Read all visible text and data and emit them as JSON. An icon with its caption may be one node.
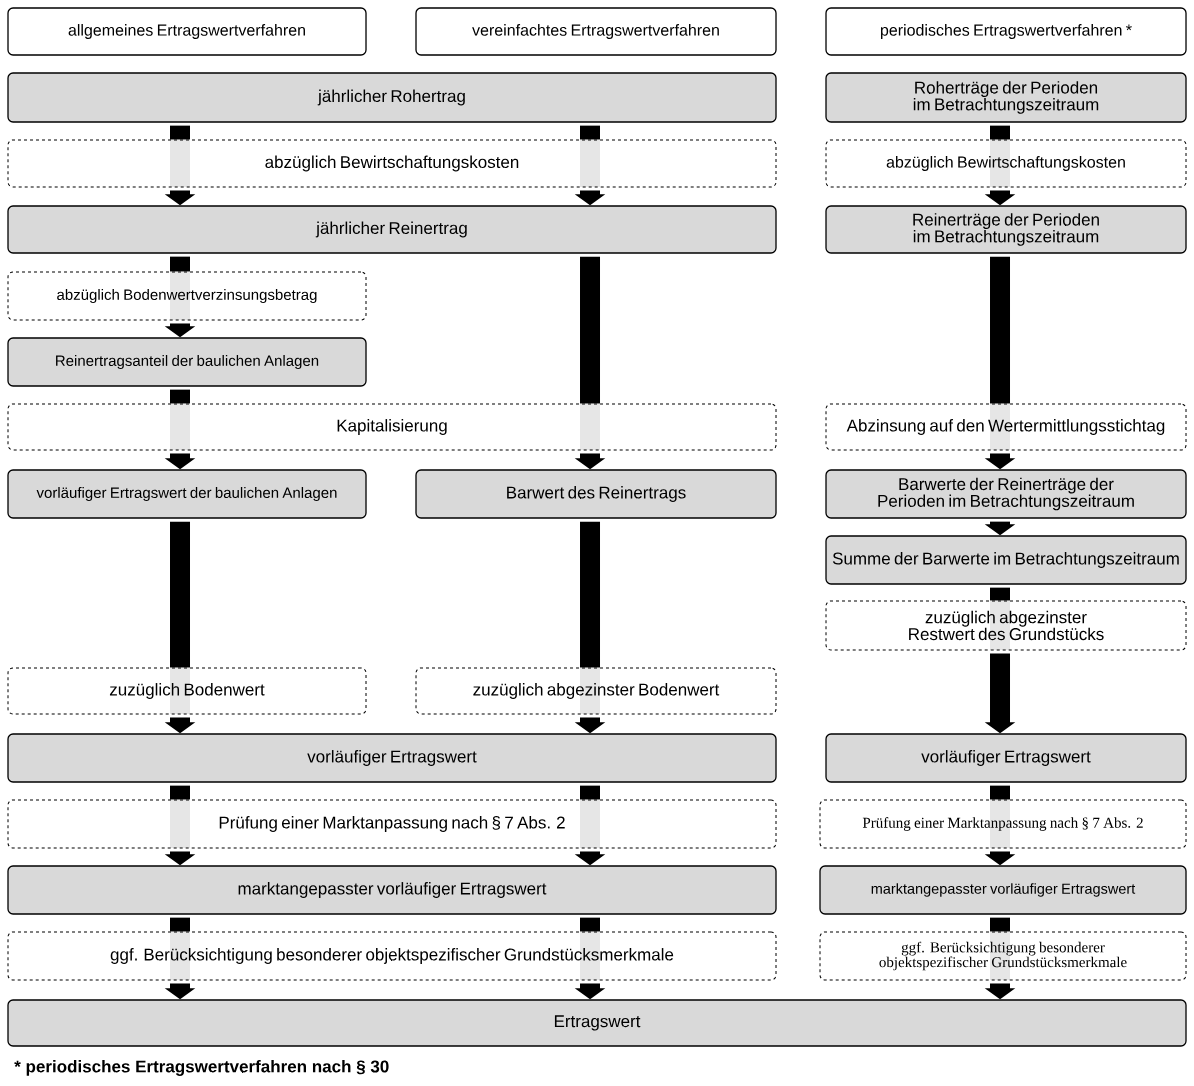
{
  "diagram": {
    "caption": "* periodisches Ertragswertverfahren nach § 30",
    "nodes": [
      {
        "text": [
          "allgemeines Ertragswertverfahren"
        ]
      },
      {
        "text": [
          "vereinfachtes Ertragswertverfahren"
        ]
      },
      {
        "text": [
          "periodisches Ertragswertverfahren *"
        ]
      },
      {
        "text": [
          "jährlicher Rohertrag"
        ]
      },
      {
        "text": [
          "Roherträge der Perioden im Betrachtungszeitraum"
        ]
      },
      {
        "text": [
          "abzüglich Bewirtschaftungskosten"
        ]
      },
      {
        "text": [
          "abzüglich Bewirtschaftungskosten"
        ]
      },
      {
        "text": [
          "jährlicher Reinertrag"
        ]
      },
      {
        "text": [
          "Reinerträge der Perioden im Betrachtungszeitraum"
        ]
      },
      {
        "text": [
          "abzüglich Bodenwertverzinsungsbetrag"
        ]
      },
      {
        "text": [
          "Reinertragsanteil der baulichen Anlagen"
        ]
      },
      {
        "text": [
          "Kapitalisierung"
        ]
      },
      {
        "text": [
          "Abzinsung auf den Wertermittlungsstichtag"
        ]
      },
      {
        "text": [
          "vorläufiger Ertragswert der baulichen Anlagen"
        ]
      },
      {
        "text": [
          "Barwert des Reinertrags"
        ]
      },
      {
        "text": [
          "Barwerte der Reinerträge der Perioden im Betrachtungszeitraum"
        ]
      },
      {
        "text": [
          "Summe der Barwerte im Betrachtungszeitraum"
        ]
      },
      {
        "text": [
          "zuzüglich abgezinster Restwert des Grundstücks"
        ]
      },
      {
        "text": [
          "zuzüglich Bodenwert"
        ]
      },
      {
        "text": [
          "zuzüglich abgezinster Bodenwert"
        ]
      },
      {
        "text": [
          "vorläufiger Ertragswert"
        ]
      },
      {
        "text": [
          "vorläufiger Ertragswert"
        ]
      },
      {
        "text": [
          "Prüfung einer Marktanpassung nach § 7 Abs. 2"
        ]
      },
      {
        "text": [
          "Prüfung einer Marktanpassung nach § 7 Abs. 2"
        ]
      },
      {
        "text": [
          "marktangepasster vorläufiger Ertragswert"
        ]
      },
      {
        "text": [
          "marktangepasster vorläufiger Ertragswert"
        ]
      },
      {
        "text": [
          "ggf. Berücksichtigung besonderer objektspezifischer Grundstücksmerkmale"
        ]
      },
      {
        "text": [
          "ggf. Berücksichtigung besonderer objektspezifischer Grundstücksmerkmale"
        ]
      },
      {
        "text": [
          "Ertragswert"
        ]
      }
    ],
    "edges": [
      {
        "from": 3,
        "to": 5,
        "arrow": "none"
      },
      {
        "from": 5,
        "to": 7,
        "arrow": "to"
      },
      {
        "from": 7,
        "to": 9,
        "arrow": "none"
      },
      {
        "from": 9,
        "to": 10,
        "arrow": "to"
      },
      {
        "from": 10,
        "to": 11,
        "arrow": "none"
      },
      {
        "from": 11,
        "to": 13,
        "arrow": "to"
      },
      {
        "from": 13,
        "to": 18,
        "arrow": "none"
      },
      {
        "from": 18,
        "to": 20,
        "arrow": "to"
      },
      {
        "from": 20,
        "to": 22,
        "arrow": "none"
      },
      {
        "from": 22,
        "to": 24,
        "arrow": "to"
      },
      {
        "from": 24,
        "to": 26,
        "arrow": "none"
      },
      {
        "from": 26,
        "to": 28,
        "arrow": "to"
      },
      {
        "from": 3,
        "to": 5,
        "arrow": "none"
      },
      {
        "from": 5,
        "to": 7,
        "arrow": "to"
      },
      {
        "from": 7,
        "to": 11,
        "arrow": "none"
      },
      {
        "from": 11,
        "to": 14,
        "arrow": "to"
      },
      {
        "from": 14,
        "to": 19,
        "arrow": "none"
      },
      {
        "from": 19,
        "to": 20,
        "arrow": "to"
      },
      {
        "from": 20,
        "to": 22,
        "arrow": "none"
      },
      {
        "from": 22,
        "to": 24,
        "arrow": "to"
      },
      {
        "from": 24,
        "to": 26,
        "arrow": "none"
      },
      {
        "from": 26,
        "to": 28,
        "arrow": "to"
      },
      {
        "from": 4,
        "to": 6,
        "arrow": "none"
      },
      {
        "from": 6,
        "to": 8,
        "arrow": "to"
      },
      {
        "from": 8,
        "to": 12,
        "arrow": "none"
      },
      {
        "from": 12,
        "to": 15,
        "arrow": "to"
      },
      {
        "from": 15,
        "to": 16,
        "arrow": "to"
      },
      {
        "from": 16,
        "to": 17,
        "arrow": "none"
      },
      {
        "from": 17,
        "to": 21,
        "arrow": "to"
      },
      {
        "from": 21,
        "to": 23,
        "arrow": "none"
      },
      {
        "from": 23,
        "to": 25,
        "arrow": "to"
      },
      {
        "from": 25,
        "to": 27,
        "arrow": "none"
      },
      {
        "from": 27,
        "to": 28,
        "arrow": "to"
      }
    ]
  }
}
